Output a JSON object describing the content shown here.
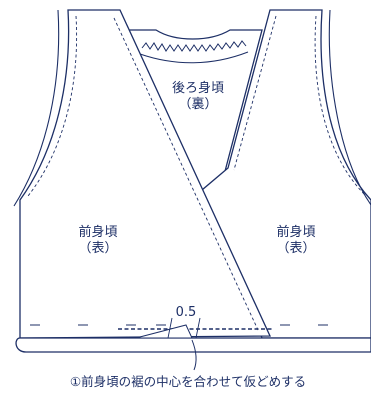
{
  "labels": {
    "back_body": "後ろ身頃",
    "back_side": "（裏）",
    "front_left": "前身頃",
    "front_left_side": "（表）",
    "front_right": "前身頃",
    "front_right_side": "（表）",
    "measurement": "0.5",
    "caption": "①前身頃の裾の中心を合わせて仮どめする"
  },
  "colors": {
    "line": "#1d2f66",
    "fill": "#ffffff"
  }
}
